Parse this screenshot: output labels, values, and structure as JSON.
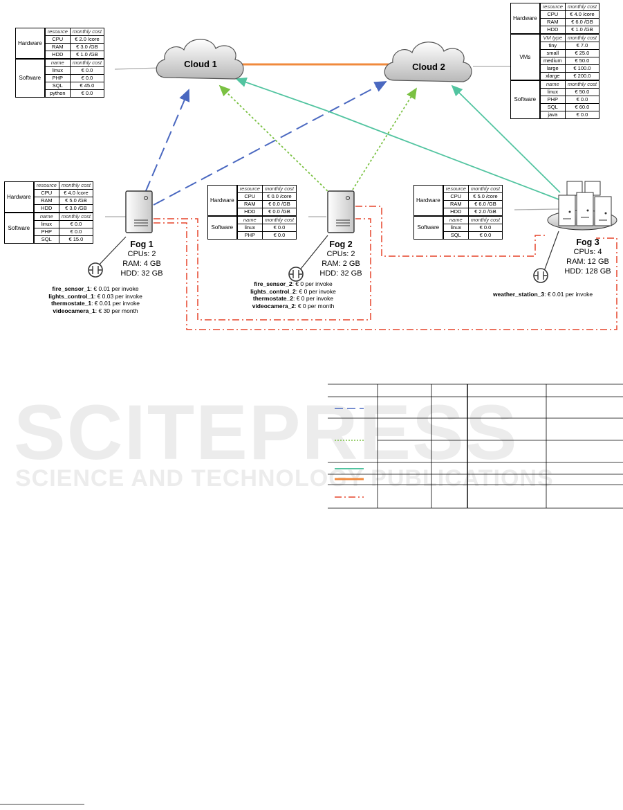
{
  "clouds": [
    {
      "name": "Cloud 1"
    },
    {
      "name": "Cloud 2"
    }
  ],
  "fogs": [
    {
      "name": "Fog 1",
      "cpus": "CPUs: 2",
      "ram": "RAM: 4 GB",
      "hdd": "HDD: 32 GB"
    },
    {
      "name": "Fog 2",
      "cpus": "CPUs: 2",
      "ram": "RAM: 2 GB",
      "hdd": "HDD: 32 GB"
    },
    {
      "name": "Fog 3",
      "cpus": "CPUs: 4",
      "ram": "RAM: 12 GB",
      "hdd": "HDD: 128 GB"
    }
  ],
  "headers": {
    "resource": "resource",
    "monthly_cost": "monthly cost",
    "name": "name",
    "vm_type": "VM type"
  },
  "categories": {
    "hardware": "Hardware",
    "software": "Software",
    "vms": "VMs"
  },
  "cloud1_table": {
    "hardware": [
      [
        "CPU",
        "€ 2.0 /core"
      ],
      [
        "RAM",
        "€ 3.0 /GB"
      ],
      [
        "HDD",
        "€ 1.0 /GB"
      ]
    ],
    "software": [
      [
        "linux",
        "€ 0.0"
      ],
      [
        "PHP",
        "€ 0.0"
      ],
      [
        "SQL",
        "€ 45.0"
      ],
      [
        "python",
        "€ 0.0"
      ]
    ]
  },
  "cloud2_table": {
    "hardware": [
      [
        "CPU",
        "€ 4.0 /core"
      ],
      [
        "RAM",
        "€ 6.0 /GB"
      ],
      [
        "HDD",
        "€ 1.0 /GB"
      ]
    ],
    "vms": [
      [
        "tiny",
        "€ 7.0"
      ],
      [
        "small",
        "€ 25.0"
      ],
      [
        "medium",
        "€ 50.0"
      ],
      [
        "large",
        "€ 100.0"
      ],
      [
        "xlarge",
        "€ 200.0"
      ]
    ],
    "software": [
      [
        "linux",
        "€ 50.0"
      ],
      [
        "PHP",
        "€ 0.0"
      ],
      [
        "SQL",
        "€ 60.0"
      ],
      [
        "java",
        "€ 0.0"
      ]
    ]
  },
  "fog1_table": {
    "hardware": [
      [
        "CPU",
        "€ 4.0 /core"
      ],
      [
        "RAM",
        "€ 5.0 /GB"
      ],
      [
        "HDD",
        "€ 3.0 /GB"
      ]
    ],
    "software": [
      [
        "linux",
        "€ 0.0"
      ],
      [
        "PHP",
        "€ 0.0"
      ],
      [
        "SQL",
        "€ 15.0"
      ]
    ]
  },
  "fog2_table": {
    "hardware": [
      [
        "CPU",
        "€ 0.0 /core"
      ],
      [
        "RAM",
        "€ 0.0 /GB"
      ],
      [
        "HDD",
        "€ 0.0 /GB"
      ]
    ],
    "software": [
      [
        "linux",
        "€ 0.0"
      ],
      [
        "PHP",
        "€ 0.0"
      ]
    ]
  },
  "fog3_table": {
    "hardware": [
      [
        "CPU",
        "€ 5.0 /core"
      ],
      [
        "RAM",
        "€ 6.0 /GB"
      ],
      [
        "HDD",
        "€ 2.0 /GB"
      ]
    ],
    "software": [
      [
        "linux",
        "€ 0.0"
      ],
      [
        "SQL",
        "€ 0.0"
      ]
    ]
  },
  "things": {
    "fog1": [
      {
        "name": "fire_sensor_1",
        "cost": ": € 0.01 per invoke"
      },
      {
        "name": "lights_control_1",
        "cost": ": € 0.03 per invoke"
      },
      {
        "name": "thermostate_1",
        "cost": ": € 0.01 per invoke"
      },
      {
        "name": "videocamera_1",
        "cost": ": € 30 per month"
      }
    ],
    "fog2": [
      {
        "name": "fire_sensor_2",
        "cost": ": € 0 per invoke"
      },
      {
        "name": "lights_control_2",
        "cost": ": € 0 per invoke"
      },
      {
        "name": "thermostate_2",
        "cost": ": € 0 per invoke"
      },
      {
        "name": "videocamera_2",
        "cost": ": € 0 per month"
      }
    ],
    "fog3": [
      {
        "name": "weather_station_3",
        "cost": ": € 0.01 per invoke"
      }
    ]
  },
  "watermark": {
    "line1": "SCITEPRESS",
    "line2": "SCIENCE AND TECHNOLOGY PUBLICATIONS"
  },
  "colors": {
    "blue_dashed": "#4a68c0",
    "green_dotted": "#7ac142",
    "teal_solid": "#52c4a0",
    "orange_solid": "#f08a3c",
    "red_dashdot": "#e6432a"
  }
}
